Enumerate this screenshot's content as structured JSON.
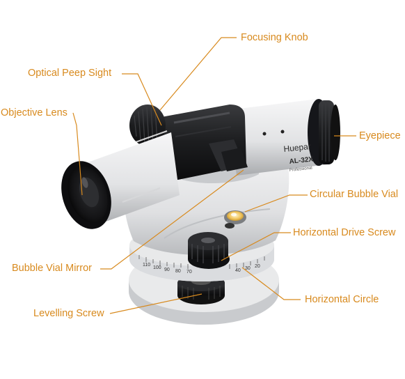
{
  "labels": {
    "focusing_knob": "Focusing Knob",
    "optical_peep_sight": "Optical Peep Sight",
    "objective_lens": "Objective Lens",
    "eyepiece": "Eyepiece",
    "circular_bubble_vial": "Circular Bubble Vial",
    "horizontal_drive_screw": "Horizontal Drive Screw",
    "bubble_vial_mirror": "Bubble Vial Mirror",
    "horizontal_circle": "Horizontal Circle",
    "levelling_screw": "Levelling Screw"
  },
  "device": {
    "brand": "Huepar",
    "model": "AL-32X",
    "tagline": "Professional"
  },
  "scale_numbers": [
    "110",
    "100",
    "90",
    "80",
    "70"
  ],
  "scale_numbers_right": [
    "40",
    "30",
    "20"
  ],
  "colors": {
    "label": "#d88a1e",
    "leader": "#d88a1e",
    "body_light": "#e6e7e8",
    "body_dark": "#1e1f21"
  }
}
